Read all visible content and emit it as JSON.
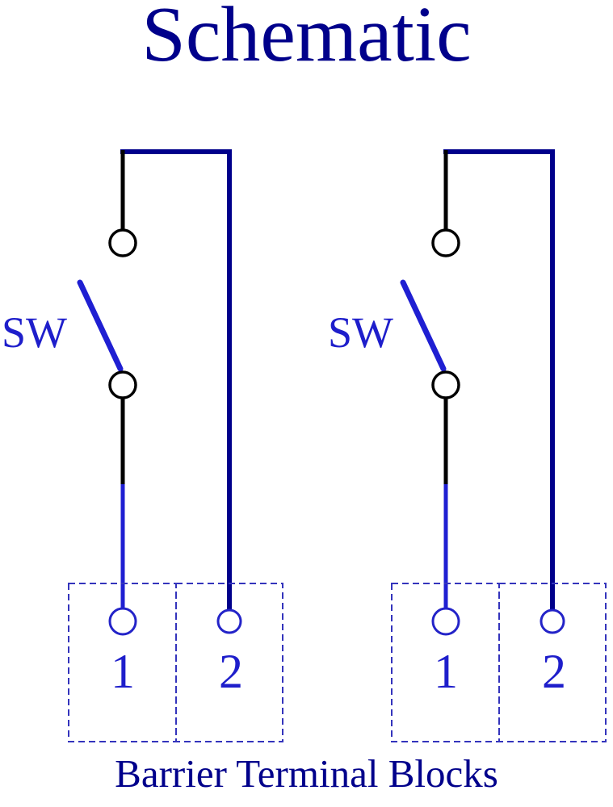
{
  "title": "Schematic",
  "caption": "Barrier Terminal Blocks",
  "colors": {
    "heading_navy": "#00008B",
    "wire_navy": "#00008B",
    "wire_black": "#000000",
    "switch_blue": "#1F1FD2",
    "label_blue": "#1E1ECB",
    "terminal_box_blue": "#3434BC"
  },
  "circuits": [
    {
      "name": "left-circuit",
      "switch_label": "SW",
      "terminal_block": {
        "terminals": [
          {
            "label": "1"
          },
          {
            "label": "2"
          }
        ]
      }
    },
    {
      "name": "right-circuit",
      "switch_label": "SW",
      "terminal_block": {
        "terminals": [
          {
            "label": "1"
          },
          {
            "label": "2"
          }
        ]
      }
    }
  ]
}
